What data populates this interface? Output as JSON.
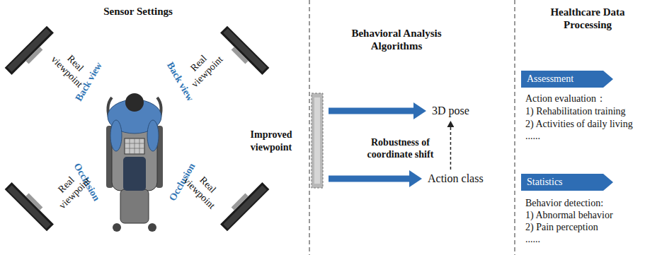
{
  "diagram": {
    "nodes": [
      {
        "text": [
          "Improved viewpoint"
        ]
      },
      {
        "text": [
          "3D pose"
        ]
      },
      {
        "text": [
          "Action class"
        ]
      },
      {
        "text": [
          "Assessment"
        ]
      },
      {
        "text": [
          "Statistics"
        ]
      }
    ],
    "edges": [
      {
        "from": 0,
        "to": 1,
        "arrow": "to"
      },
      {
        "from": 0,
        "to": 2,
        "arrow": "to"
      },
      {
        "from": 2,
        "to": 1,
        "label": "Robustness of coordinate shift",
        "arrow": "to"
      }
    ],
    "labels": [
      "Sensor Settings",
      "Real viewpoint",
      "Real viewpoint",
      "Back view",
      "Back view",
      "Occlusion",
      "Occlusion",
      "Real viewpoint",
      "Real viewpoint",
      "Behavioral Analysis Algorithms",
      "Healthcare Data Processing",
      "Action evaluation：",
      "1) Rehabilitation training",
      "2) Activities of daily living",
      "......",
      "Behavior detection:",
      "1) Abnormal behavior",
      "2) Pain perception",
      "......"
    ]
  }
}
